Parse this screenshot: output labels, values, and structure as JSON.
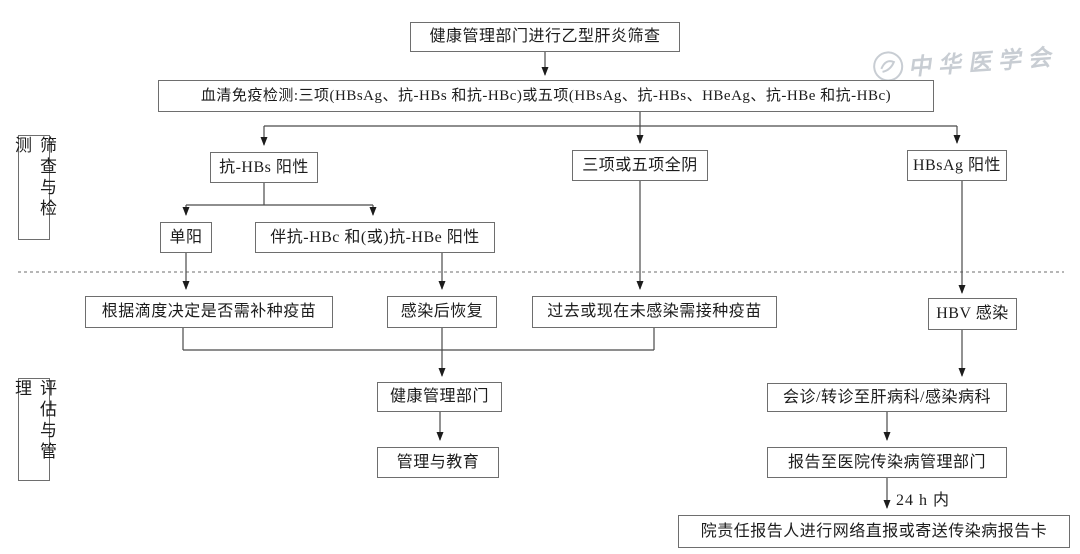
{
  "sections": {
    "screening": "筛查与检测",
    "evaluation": "评估与管理"
  },
  "nodes": {
    "start": "健康管理部门进行乙型肝炎筛查",
    "serology": "血清免疫检测:三项(HBsAg、抗-HBs 和抗-HBc)或五项(HBsAg、抗-HBs、HBeAg、抗-HBe 和抗-HBc)",
    "anti_hbs_positive": "抗-HBs 阳性",
    "all_negative": "三项或五项全阴",
    "hbsag_positive": "HBsAg 阳性",
    "single_positive": "单阳",
    "with_anti_hbc_hbe": "伴抗-HBc 和(或)抗-HBe 阳性",
    "titer_decision": "根据滴度决定是否需补种疫苗",
    "recovered": "感染后恢复",
    "not_infected_vaccinate": "过去或现在未感染需接种疫苗",
    "hbv_infection": "HBV 感染",
    "health_dept": "健康管理部门",
    "management_education": "管理与教育",
    "consult_transfer": "会诊/转诊至肝病科/感染病科",
    "report_hospital": "报告至医院传染病管理部门",
    "report_card": "院责任报告人进行网络直报或寄送传染病报告卡"
  },
  "annotations": {
    "within_24h": "24 h 内"
  },
  "watermark": {
    "text": "中华医学会"
  },
  "colors": {
    "background": "#ffffff",
    "box_border": "#6e6e6e",
    "line": "#4a4a4a",
    "arrow": "#1c1c1c",
    "text": "#1c1c1c",
    "dashed_divider": "#8a8a8a",
    "watermark": "#bfc5cc"
  }
}
